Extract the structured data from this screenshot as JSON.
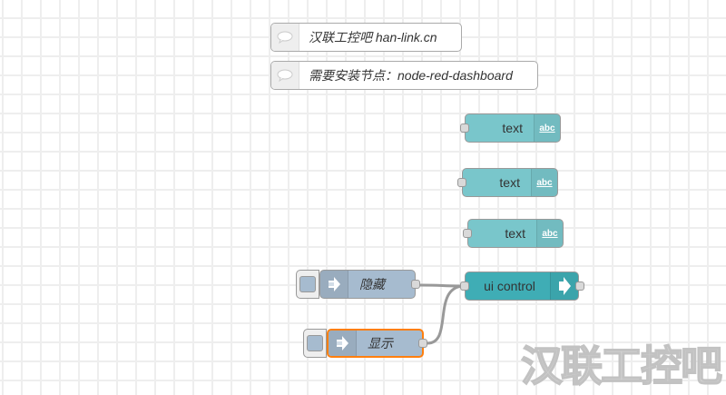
{
  "flow": {
    "comments": [
      {
        "label": "汉联工控吧 han-link.cn",
        "icon": "comment-icon"
      },
      {
        "label": "需要安装节点：node-red-dashboard",
        "icon": "comment-icon"
      }
    ],
    "text_nodes": [
      {
        "label": "text",
        "icon_text": "abc"
      },
      {
        "label": "text",
        "icon_text": "abc"
      },
      {
        "label": "text",
        "icon_text": "abc"
      }
    ],
    "inject_nodes": [
      {
        "label": "隐藏",
        "icon": "arrow-right-icon",
        "selected": false
      },
      {
        "label": "显示",
        "icon": "arrow-right-icon",
        "selected": true
      }
    ],
    "ui_control": {
      "label": "ui control",
      "icon": "arrow-right-icon"
    },
    "wires": [
      {
        "from": "inject-hide",
        "to": "ui-control"
      },
      {
        "from": "inject-show",
        "to": "ui-control"
      }
    ]
  },
  "colors": {
    "text_node": "#79c6cb",
    "inject_node": "#a6bbcf",
    "ui_control_node": "#3fadb5",
    "selection": "#ff7f0e",
    "wire": "#999999"
  },
  "watermark": "汉联工控吧"
}
